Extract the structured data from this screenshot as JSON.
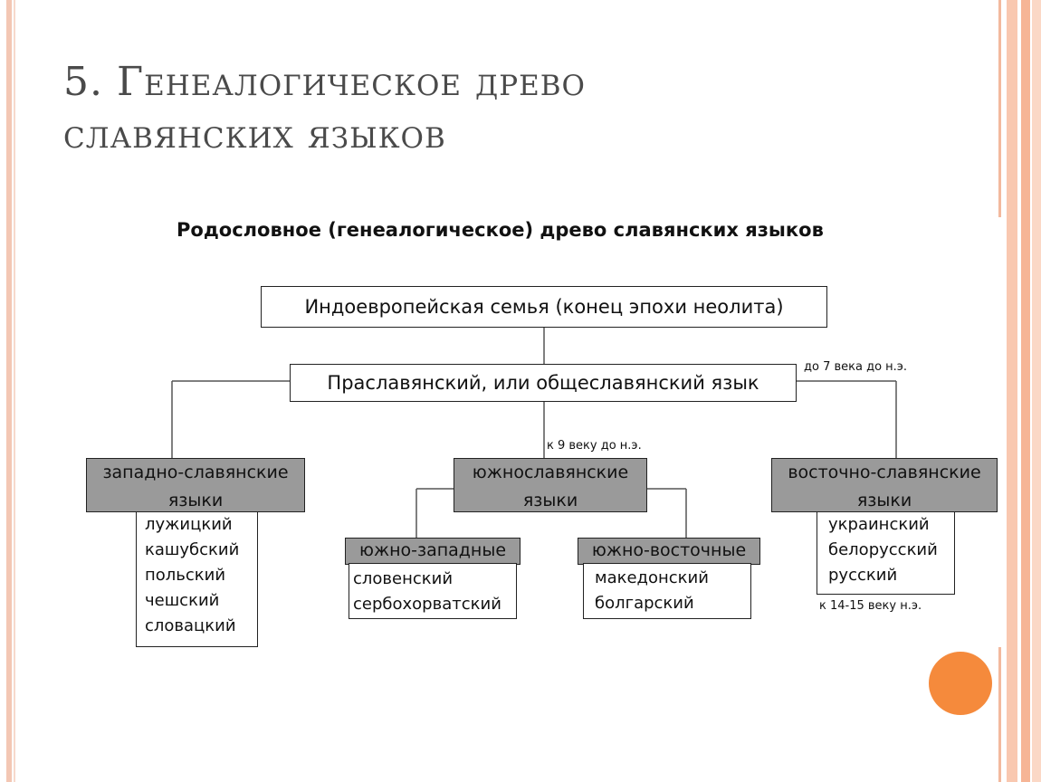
{
  "slide": {
    "title_line1": "5. Генеалогическое древо",
    "title_line2": "славянских языков"
  },
  "diagram": {
    "title": "Родословное (генеалогическое) древо славянских языков",
    "root": "Индоевропейская семья (конец эпохи неолита)",
    "proto": "Праславянский, или общеславянский язык",
    "proto_note": "до 7 века до н.э.",
    "south_note": "к 9 веку до н.э.",
    "east_note": "к 14-15 веку н.э.",
    "west": {
      "line1": "западно-славянские",
      "line2": "языки",
      "languages": [
        "лужицкий",
        "кашубский",
        "польский",
        "чешский",
        "словацкий"
      ]
    },
    "south": {
      "line1": "южнославянские",
      "line2": "языки",
      "southwest": {
        "label": "южно-западные",
        "languages": [
          "словенский",
          "сербохорватский"
        ]
      },
      "southeast": {
        "label": "южно-восточные",
        "languages": [
          "македонский",
          "болгарский"
        ]
      }
    },
    "east": {
      "line1": "восточно-славянские",
      "line2": "языки",
      "languages": [
        "украинский",
        "белорусский",
        "русский"
      ]
    }
  }
}
